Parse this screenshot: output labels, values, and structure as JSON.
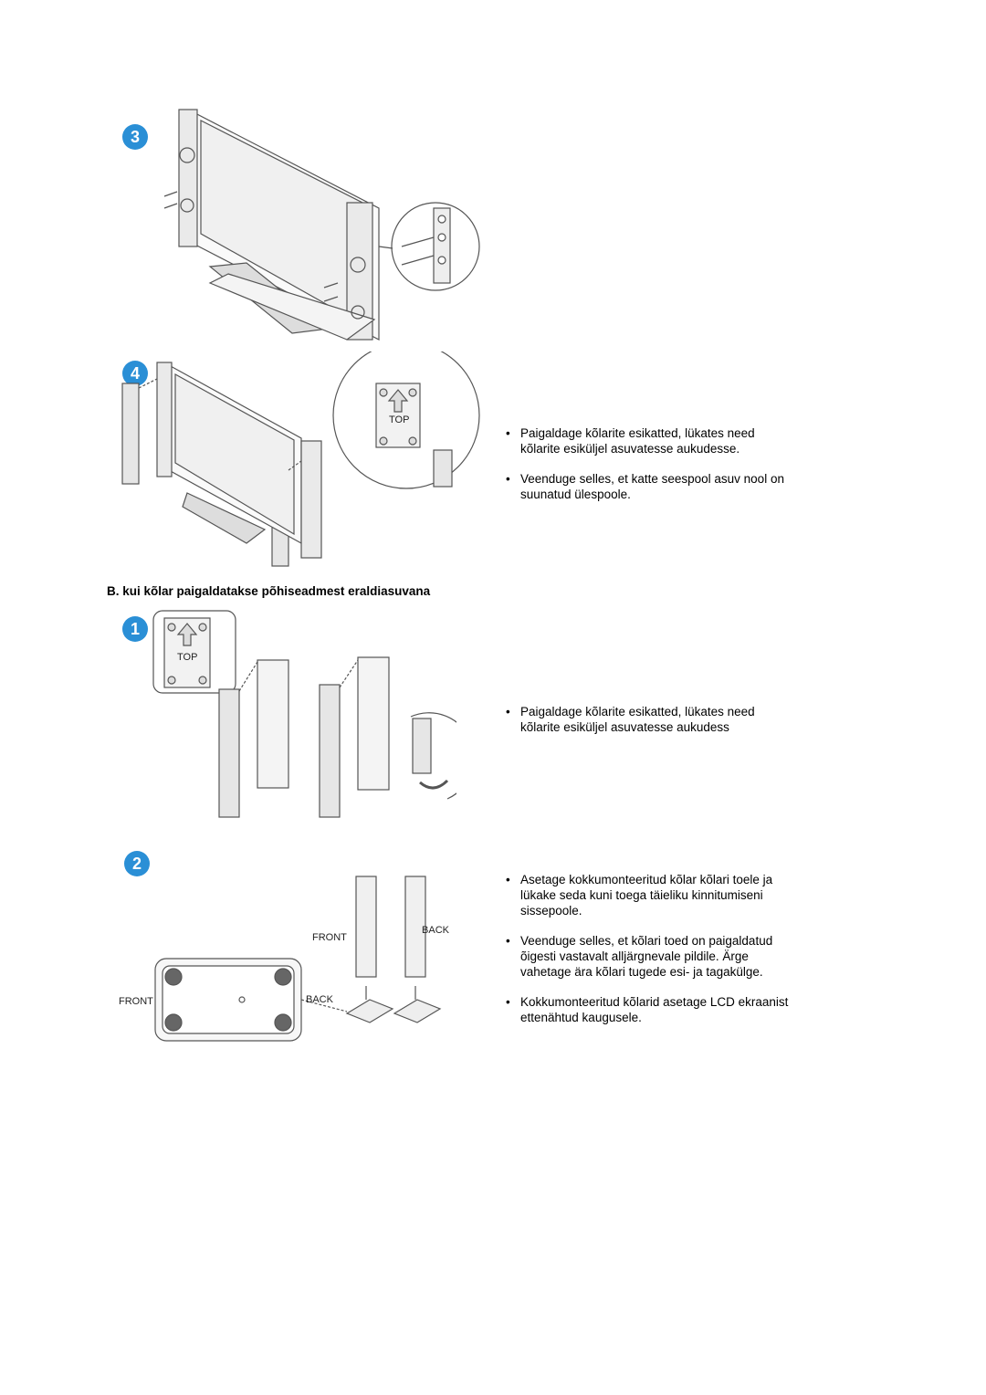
{
  "steps": {
    "s3": "3",
    "s4": "4",
    "b1": "1",
    "b2": "2"
  },
  "figure_labels": {
    "top": "TOP",
    "front": "FRONT",
    "back": "BACK"
  },
  "section_a": {
    "step4_bullets": [
      "Paigaldage kõlarite esikatted, lükates need kõlarite esiküljel asuvatesse aukudesse.",
      "Veenduge selles, et katte seespool asuv nool on suunatud ülespoole."
    ]
  },
  "section_b": {
    "heading": "B. kui kõlar paigaldatakse põhiseadmest eraldiasuvana",
    "step1_bullets": [
      "Paigaldage kõlarite esikatted, lükates need kõlarite esiküljel asuvatesse aukudess"
    ],
    "step2_bullets": [
      "Asetage kokkumonteeritud kõlar kõlari toele ja lükake seda kuni toega täieliku kinnitumiseni sissepoole.",
      "Veenduge selles, et kõlari toed on paigaldatud õigesti vastavalt alljärgnevale pildile. Ärge vahetage ära kõlari tugede esi- ja tagakülge.",
      "Kokkumonteeritud kõlarid asetage LCD ekraanist ettenähtud kaugusele."
    ]
  },
  "colors": {
    "badge": "#2a8fd6",
    "line": "#555555"
  }
}
